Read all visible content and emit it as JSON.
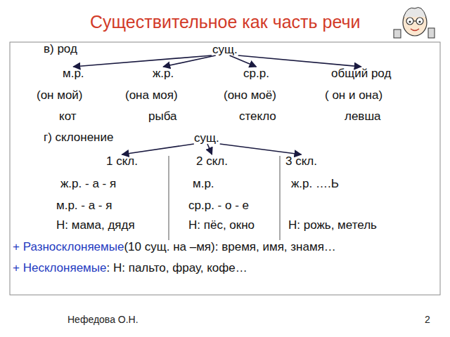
{
  "diagram": {
    "title": "Существительное как часть речи",
    "nodes": [
      {
        "text": [
          "сущ."
        ]
      },
      {
        "text": [
          "м.р."
        ]
      },
      {
        "text": [
          "ж.р."
        ]
      },
      {
        "text": [
          "ср.р."
        ]
      },
      {
        "text": [
          "общий род"
        ]
      },
      {
        "text": [
          "сущ."
        ]
      },
      {
        "text": [
          "1 скл."
        ]
      },
      {
        "text": [
          "2 скл."
        ]
      },
      {
        "text": [
          "3 скл."
        ]
      }
    ],
    "edges": [
      {
        "from": 0,
        "to": 1,
        "arrow": "to"
      },
      {
        "from": 0,
        "to": 2,
        "arrow": "to"
      },
      {
        "from": 0,
        "to": 3,
        "arrow": "to"
      },
      {
        "from": 0,
        "to": 4,
        "arrow": "to"
      },
      {
        "from": 5,
        "to": 6,
        "arrow": "to"
      },
      {
        "from": 5,
        "to": 7,
        "arrow": "to"
      },
      {
        "from": 5,
        "to": 8,
        "arrow": "to"
      }
    ],
    "labels": [
      "в) род",
      "(он мой)",
      "(она моя)",
      "(оно моё)",
      "( он и она)",
      "кот",
      "рыба",
      "стекло",
      "левша",
      "г) склонение",
      "ж.р. - а - я",
      "м.р.",
      "ж.р. ….Ь",
      "м.р. - а - я",
      "ср.р. - о - е",
      "Н: мама, дядя",
      "Н: пёс, окно",
      "Н: рожь, метель",
      "+ Разносклоняемые",
      "(10 сущ. на –мя): время, имя, знамя…",
      "+ Несклоняемые",
      ": Н: пальто, фрау, кофе…",
      "Нефедова О.Н.",
      "2"
    ]
  }
}
